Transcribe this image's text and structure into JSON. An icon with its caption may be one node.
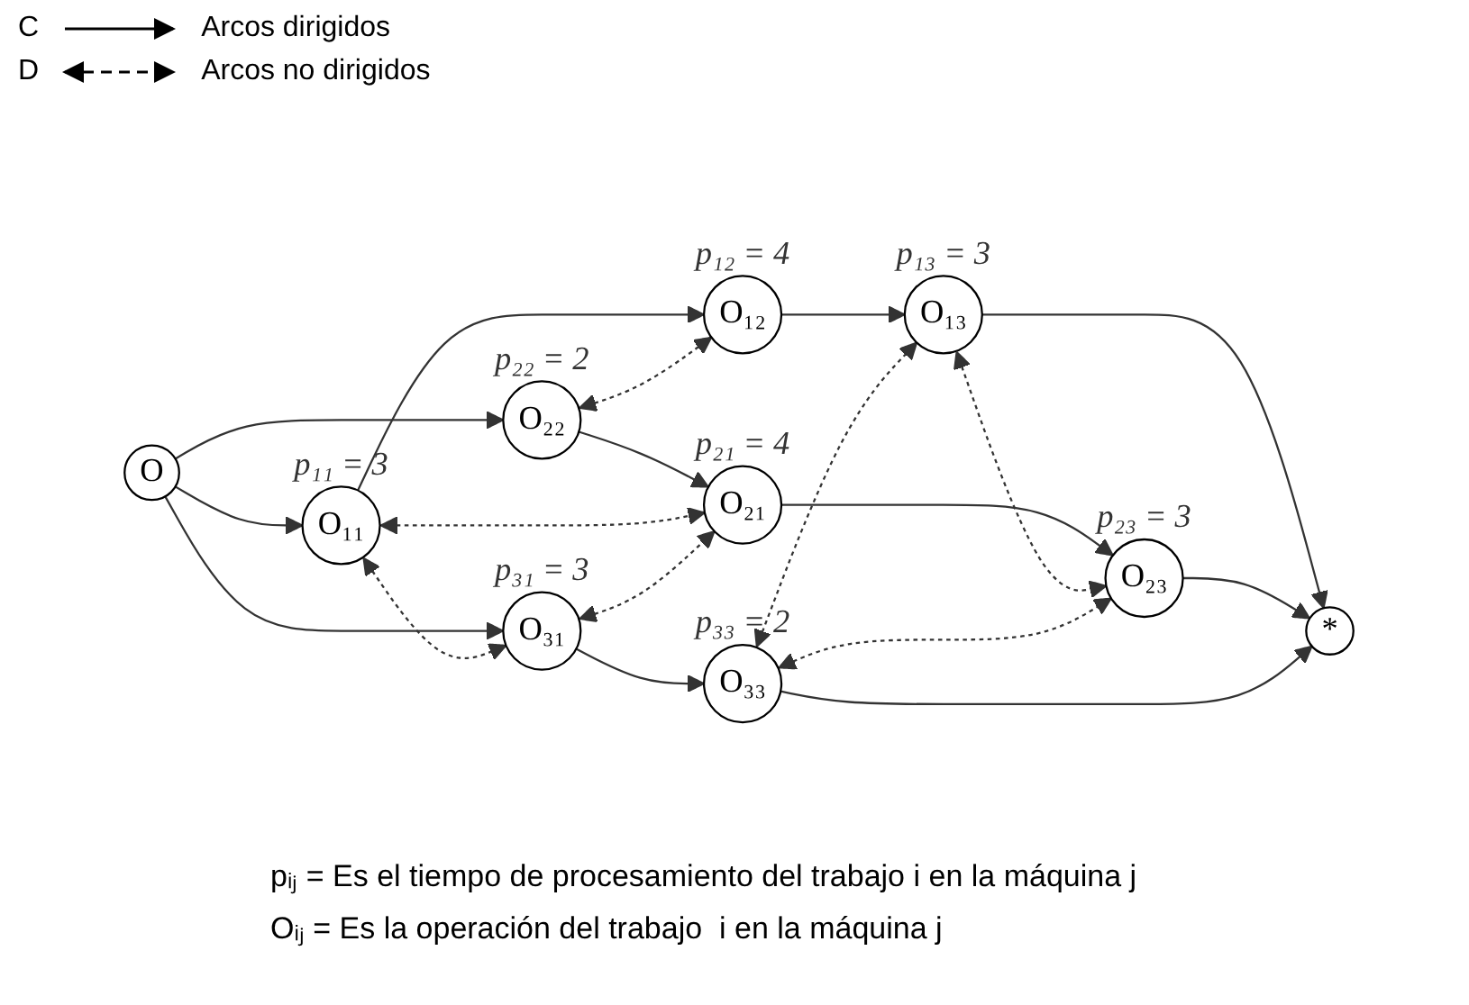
{
  "diagram": {
    "nodes": [
      {
        "text": [
          "O"
        ]
      },
      {
        "text": [
          "O₁₁"
        ],
        "beside": [
          "p₁₁ = 3"
        ]
      },
      {
        "text": [
          "O₁₂"
        ],
        "beside": [
          "p₁₂ = 4"
        ]
      },
      {
        "text": [
          "O₁₃"
        ],
        "beside": [
          "p₁₃ = 3"
        ]
      },
      {
        "text": [
          "O₂₂"
        ],
        "beside": [
          "p₂₂ = 2"
        ]
      },
      {
        "text": [
          "O₂₁"
        ],
        "beside": [
          "p₂₁ = 4"
        ]
      },
      {
        "text": [
          "O₂₃"
        ],
        "beside": [
          "p₂₃ = 3"
        ]
      },
      {
        "text": [
          "*"
        ]
      },
      {
        "text": [
          "O₃₁"
        ],
        "beside": [
          "p₃₁ = 3"
        ]
      },
      {
        "text": [
          "O₃₃"
        ],
        "beside": [
          "p₃₃ = 2"
        ]
      }
    ],
    "edges": [
      {
        "from": 0,
        "to": 1,
        "arrow": "to"
      },
      {
        "from": 0,
        "to": 4,
        "arrow": "to"
      },
      {
        "from": 0,
        "to": 8,
        "arrow": "to"
      },
      {
        "from": 1,
        "to": 2,
        "arrow": "to"
      },
      {
        "from": 2,
        "to": 3,
        "arrow": "to"
      },
      {
        "from": 4,
        "to": 5,
        "arrow": "to"
      },
      {
        "from": 5,
        "to": 6,
        "arrow": "to"
      },
      {
        "from": 8,
        "to": 9,
        "arrow": "to"
      },
      {
        "from": 3,
        "to": 7,
        "arrow": "to"
      },
      {
        "from": 6,
        "to": 7,
        "arrow": "to"
      },
      {
        "from": 9,
        "to": 7,
        "arrow": "to"
      },
      {
        "from": 1,
        "to": 5,
        "arrow": "both",
        "style": "dashed"
      },
      {
        "from": 1,
        "to": 8,
        "arrow": "both",
        "style": "dashed"
      },
      {
        "from": 4,
        "to": 2,
        "arrow": "both",
        "style": "dashed"
      },
      {
        "from": 8,
        "to": 5,
        "arrow": "both",
        "style": "dashed"
      },
      {
        "from": 3,
        "to": 6,
        "arrow": "both",
        "style": "dashed"
      },
      {
        "from": 9,
        "to": 3,
        "arrow": "both",
        "style": "dashed"
      },
      {
        "from": 9,
        "to": 6,
        "arrow": "both",
        "style": "dashed"
      }
    ],
    "labels": [
      "C",
      "D",
      "pᵢⱼ = Es el tiempo de procesamiento del trabajo i en la máquina j",
      "Oᵢⱼ = Es la operación del trabajo  i en la máquina j"
    ],
    "legend": [
      {
        "text": "Arcos dirigidos"
      },
      {
        "text": "Arcos no dirigidos"
      }
    ]
  }
}
